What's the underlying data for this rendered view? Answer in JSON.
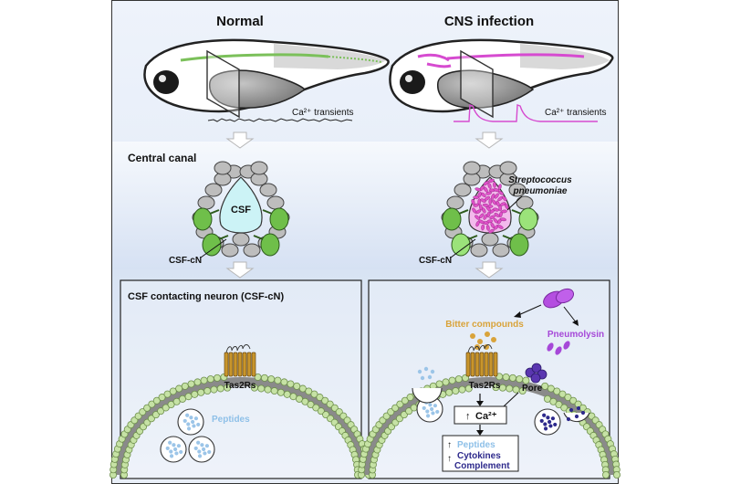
{
  "panels": {
    "normal_title": "Normal",
    "infection_title": "CNS infection"
  },
  "traces": {
    "normal_label": "Ca²⁺ transients",
    "infection_label": "Ca²⁺ transients"
  },
  "central_canal": {
    "section_label": "Central canal",
    "csf_label": "CSF",
    "csf_cn_left": "CSF-cN",
    "csf_cn_right": "CSF-cN",
    "bacteria_line1": "Streptococcus",
    "bacteria_line2": "pneumoniae"
  },
  "neuron_left": {
    "box_title": "CSF contacting neuron (CSF-cN)",
    "receptor_label": "Tas2Rs",
    "peptides_label": "Peptides"
  },
  "neuron_right": {
    "bitter_label": "Bitter compounds",
    "pneumolysin_label": "Pneumolysin",
    "receptor_label": "Tas2Rs",
    "pore_label": "Pore",
    "calcium_label": "Ca²⁺",
    "up_arrow_1": "↑",
    "up_arrow_2": "↑",
    "up_arrow_3": "↑",
    "peptides_label": "Peptides",
    "cytokines_label": "Cytokines",
    "complement_label": "Complement"
  },
  "colors": {
    "panel_blue": "#dfe8f5",
    "gfp_green": "#6fbf4a",
    "magenta": "#e050c8",
    "csf_cyan": "#ccf3f6",
    "receptor_gold": "#c8952c",
    "peptide_blue": "#9cc5e8",
    "bitter_gold": "#d9a33a",
    "pneumolysin_purple": "#a648d8",
    "cytokine_navy": "#2e2a8c"
  }
}
